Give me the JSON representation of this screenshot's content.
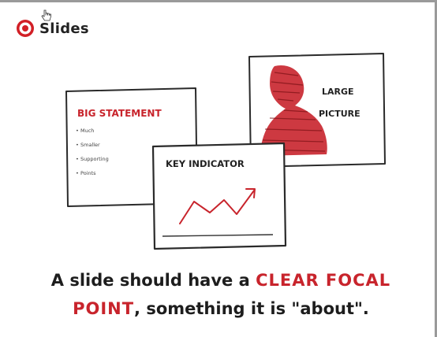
{
  "brand": {
    "name": "Slides",
    "logo_icon": "target-icon",
    "color": "#d21f26"
  },
  "cards": {
    "big_statement": {
      "title": "BIG STATEMENT",
      "bullets": [
        "Much",
        "Smaller",
        "Supporting",
        "Points"
      ]
    },
    "large_picture": {
      "line1": "LARGE",
      "line2": "PICTURE",
      "image_icon": "person-silhouette-icon"
    },
    "key_indicator": {
      "title": "KEY INDICATOR",
      "chart_icon": "trend-up-line-icon"
    }
  },
  "caption": {
    "part1": "A slide should have a ",
    "highlight1": "CLEAR FOCAL",
    "highlight2": "POINT",
    "part2": ", something it is \"about\"."
  },
  "colors": {
    "accent_red": "#c8242c",
    "ink": "#1d1d1d"
  }
}
